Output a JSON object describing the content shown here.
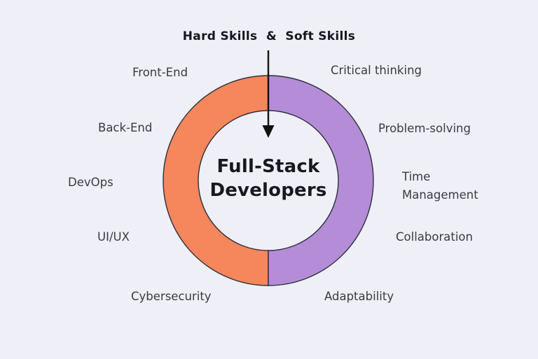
{
  "diagram": {
    "title": "Hard Skills  &  Soft Skills",
    "center_label": {
      "line1": "Full-Stack",
      "line2": "Developers"
    },
    "segments": [
      {
        "name": "Hard Skills",
        "share": 50,
        "color": "#F6865B"
      },
      {
        "name": "Soft Skills",
        "share": 50,
        "color": "#B58CD8"
      }
    ],
    "colors": {
      "background": "#EFEFF8",
      "outline": "#2E2E3A",
      "arrow": "#111111",
      "title_text": "#15151D",
      "label_text": "#3A3A45"
    },
    "labels": {
      "hard": [
        "Front-End",
        "Back-End",
        "DevOps",
        "UI/UX",
        "Cybersecurity"
      ],
      "soft": [
        "Critical thinking",
        "Problem-solving",
        "Time Management",
        "Collaboration",
        "Adaptability"
      ]
    }
  }
}
